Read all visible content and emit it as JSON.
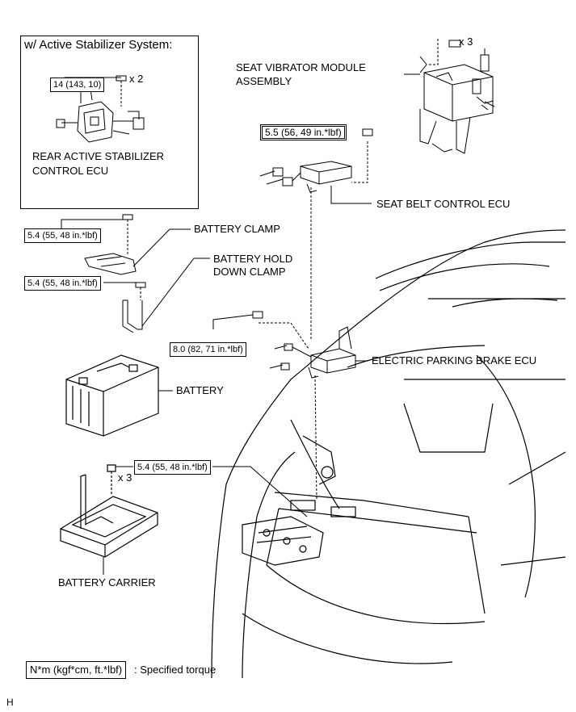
{
  "inset": {
    "title": "w/ Active Stabilizer System:",
    "torque": "14 (143, 10)",
    "count": "x 2",
    "label_line1": "REAR ACTIVE STABILIZER",
    "label_line2": "CONTROL ECU"
  },
  "seat_vibrator": {
    "count": "x 3",
    "label_line1": "SEAT VIBRATOR MODULE",
    "label_line2": "ASSEMBLY"
  },
  "seat_belt_ecu": {
    "torque": "5.5 (56, 49 in.*lbf)",
    "label": "SEAT BELT CONTROL ECU"
  },
  "battery_clamp": {
    "torque": "5.4 (55, 48 in.*lbf)",
    "label": "BATTERY CLAMP"
  },
  "hold_down_clamp": {
    "torque": "5.4 (55, 48 in.*lbf)",
    "label_line1": "BATTERY HOLD",
    "label_line2": "DOWN CLAMP"
  },
  "parking_brake_ecu": {
    "torque": "8.0 (82, 71 in.*lbf)",
    "label": "ELECTRIC PARKING BRAKE ECU"
  },
  "battery": {
    "label": "BATTERY"
  },
  "battery_carrier": {
    "torque": "5.4 (55, 48 in.*lbf)",
    "count": "x 3",
    "label": "BATTERY CARRIER"
  },
  "legend": {
    "unit": "N*m (kgf*cm, ft.*lbf)",
    "meaning": ": Specified torque"
  },
  "corner_code": "H"
}
